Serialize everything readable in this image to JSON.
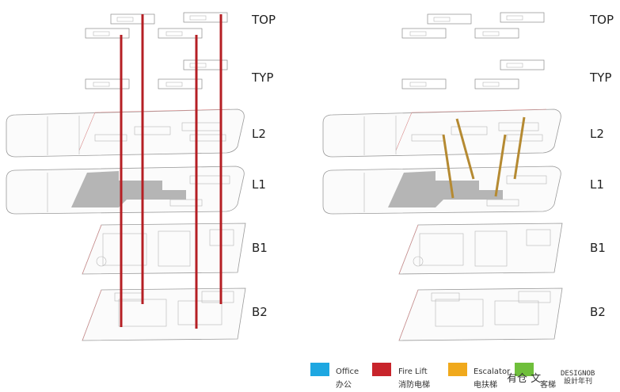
{
  "floors": [
    "TOP",
    "TYP",
    "L2",
    "L1",
    "B1",
    "B2"
  ],
  "legend": [
    {
      "en": "Office",
      "zh": "办公",
      "color": "#1ea7e1"
    },
    {
      "en": "Fire Lift",
      "zh": "消防电梯",
      "color": "#c8242b"
    },
    {
      "en": "Escalator",
      "zh": "电扶梯",
      "color": "#f0a91c"
    },
    {
      "en": "",
      "zh": "客梯",
      "color": "#6fbf3b"
    }
  ],
  "watermark": {
    "text": "有仓 文",
    "brand": "DESIGNOB",
    "sub": "設計年刊"
  },
  "colors": {
    "fire_lift": "#b51f24",
    "escalator": "#b58a32",
    "core_fill": "#b5b5b5"
  }
}
